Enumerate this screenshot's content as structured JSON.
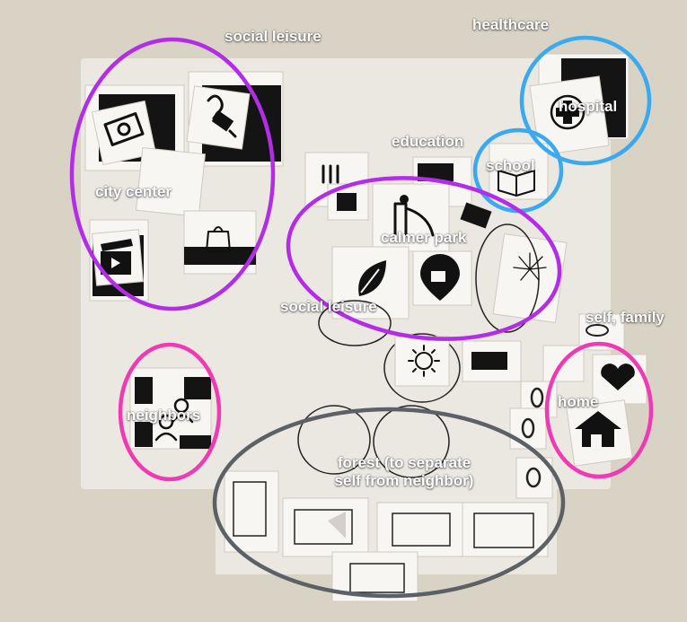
{
  "labels": {
    "social_leisure_top": "social leisure",
    "healthcare": "healthcare",
    "hospital": "hospital",
    "education": "education",
    "school": "school",
    "city_center": "city center",
    "calmer_park": "calmer park",
    "social_leisure_mid": "social leisure",
    "self_family": "self, family",
    "home": "home",
    "neighbors": "neighbors",
    "forest_line1": "forest (to separate",
    "forest_line2": "self  from neighbor)"
  },
  "colors": {
    "purple": "#b32de6",
    "blue": "#3aa9f0",
    "pink": "#f03ab4",
    "gray": "#5c6166"
  },
  "icons": [
    "money-icon",
    "plug-icon",
    "medical-cross-icon",
    "book-icon",
    "utensils-icon",
    "slide-icon",
    "shopping-bag-icon",
    "clapperboard-icon",
    "leaf-icon",
    "coffee-pin-icon",
    "fireworks-icon",
    "sun-icon",
    "heart-icon",
    "house-icon",
    "people-icon"
  ]
}
